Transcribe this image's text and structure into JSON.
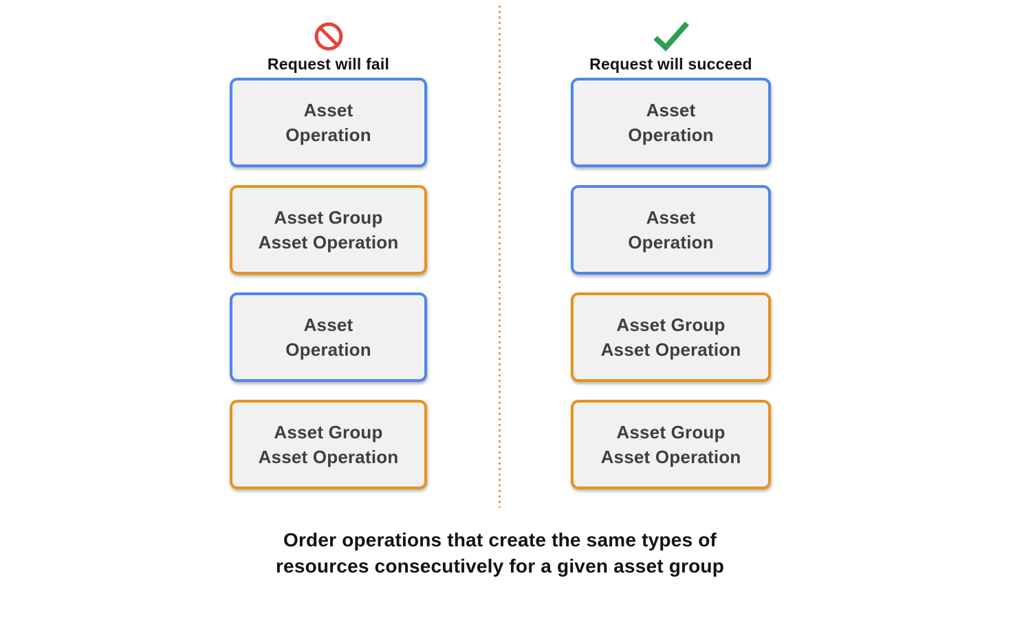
{
  "colors": {
    "background": "#ffffff",
    "blue_border": "#4e86ec",
    "orange_border": "#e8921c",
    "red_icon": "#e3453a",
    "green_icon": "#2e9e50",
    "box_fill": "#f1f1f1",
    "box_text": "#3c4043",
    "heading_text": "#131313",
    "divider_dot": "#e89a40"
  },
  "left_column": {
    "header": {
      "icon": "no-entry-icon",
      "label": "Request will fail"
    },
    "boxes": [
      {
        "type": "asset-operation",
        "label": "Asset\nOperation"
      },
      {
        "type": "asset-group-asset-operation",
        "label": "Asset Group\nAsset Operation"
      },
      {
        "type": "asset-operation",
        "label": "Asset\nOperation"
      },
      {
        "type": "asset-group-asset-operation",
        "label": "Asset Group\nAsset Operation"
      }
    ]
  },
  "right_column": {
    "header": {
      "icon": "checkmark-icon",
      "label": "Request will succeed"
    },
    "boxes": [
      {
        "type": "asset-operation",
        "label": "Asset\nOperation"
      },
      {
        "type": "asset-operation",
        "label": "Asset\nOperation"
      },
      {
        "type": "asset-group-asset-operation",
        "label": "Asset Group\nAsset Operation"
      },
      {
        "type": "asset-group-asset-operation",
        "label": "Asset Group\nAsset Operation"
      }
    ]
  },
  "caption": "Order operations that create the same types of\nresources consecutively for a given asset group"
}
